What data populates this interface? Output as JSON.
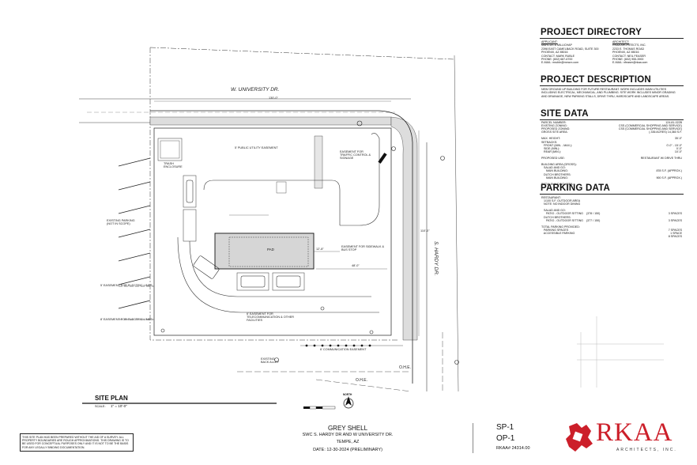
{
  "plan": {
    "street_north": "W. UNIVERSITY DR.",
    "street_east": "S. HARDY DR.",
    "labels": {
      "public_utility_easement": "5' PUBLIC UTILITY EASEMENT",
      "traffic_easement": "EASEMENT FOR TRAFFIC CONTROL & SIGNAGE",
      "trash": "TRASH ENCLOSURE",
      "existing_parking": "EXISTING PARKING (NOT IN SCOPE)",
      "pad": "PAD",
      "sidewalk_easement": "EASEMENT FOR SIDEWALK & BUS STOP",
      "electric_easement_1": "5' EASEMENT FOR ELECTRIC LINES",
      "electric_easement_2": "8' EASEMENT FOR ELECTRIC LINES",
      "telecom_easement": "6' EASEMENT FOR TELECOMMUNICATION & OTHER FACILITIES",
      "comm_easement": "6' COMMUNICATION EASEMENT",
      "back_alley": "EXISTING BACK ALLEY",
      "ohe_1": "O.H.E.",
      "ohe_2": "O.H.E.",
      "dim_top": "130'-0\"",
      "dim_side": "110'-0\"",
      "dim_pad": "12'-8\"",
      "dim_48": "48'-0\""
    }
  },
  "directory": {
    "title": "PROJECT DIRECTORY",
    "applicant_head": "APPLICANT:",
    "applicant": [
      "MARCUS & MILLICHAP",
      "2398 EAST CAMELBACK ROAD, SUITE 300",
      "PHOENIX, AZ 85016",
      "CONTACT:        MARK RUBLE",
      "PHONE:           (602) 687-6700",
      "E-MAIL:            mruble@mmcrx.com"
    ],
    "architect_head": "ARCHITECT:",
    "architect": [
      "RKAA ARCHITECTS, INC.",
      "2233 E. THOMAS ROAD",
      "PHOENIX, AZ 85016",
      "CONTACT:        NEIL FEASER",
      "PHONE:           (602) 955-3900",
      "E-MAIL:            nfeaser@rkaa.com"
    ]
  },
  "description": {
    "title": "PROJECT DESCRIPTION",
    "text": "NEW GROUND UP BUILDING FOR FUTURE RESTAURANT. WORK INCLUDES MAIN UTILITIES INCLUDING ELECTRICAL, MECHANICAL, AND PLUMBING. SITE WORK INCLUDES MINOR GRADING AND DRAINAGE, NEW PARKING STALLS, DRIVE THRU, HARDSCAPE AND LANDSCAPE AREAS."
  },
  "site_data": {
    "title": "SITE DATA",
    "rows": [
      {
        "k": "PARCEL NUMBER:",
        "v": "124-81-022B"
      },
      {
        "k": "EXISTING ZONING:",
        "v": "CSS (COMMERCIAL SHOPPING AND SERVICE)"
      },
      {
        "k": "PROPOSED ZONING:",
        "v": "CSS (COMMERCIAL SHOPPING AND SERVICE)"
      },
      {
        "k": "GROSS SITE AREA:",
        "v": "(.336 ACRES) 14,360 S.F."
      },
      {
        "k": "",
        "v": ""
      },
      {
        "k": "MAX. HEIGHT:",
        "v": "35'-0\""
      },
      {
        "k": "SETBACKS:",
        "v": ""
      },
      {
        "k": "   FRONT (MIN. - MAX.):",
        "v": "0'-0\" - 15'-0\""
      },
      {
        "k": "   SIDE (MIN.):",
        "v": "0'-0\""
      },
      {
        "k": "   REAR (MIN.):",
        "v": "10'-0\""
      },
      {
        "k": "",
        "v": ""
      },
      {
        "k": "PROPOSED USE:",
        "v": "RESTAURANT W/ DRIVE THRU"
      },
      {
        "k": "",
        "v": ""
      },
      {
        "k": "BUILDING AREA (GROSS):",
        "v": ""
      },
      {
        "k": "   SALAD AND GO:",
        "v": ""
      },
      {
        "k": "      MAIN BUILDING:",
        "v": "878 S.F. (APPROX.)"
      },
      {
        "k": "   DUTCH BROTHERS:",
        "v": ""
      },
      {
        "k": "      MAIN BUILDING:",
        "v": "900 S.F. (APPROX.)"
      },
      {
        "k": "",
        "v": ""
      },
      {
        "k": "TOTAL BUILDING AREA:",
        "v": ""
      }
    ]
  },
  "parking": {
    "title": "PARKING DATA",
    "rows": [
      {
        "k": "RESTAURANT:",
        "v": ""
      },
      {
        "k": "   1/100 S.F. OUTDOOR AREA",
        "v": ""
      },
      {
        "k": "   NOTE: NO INDOOR DINING",
        "v": ""
      },
      {
        "k": "",
        "v": ""
      },
      {
        "k": "   SALAD AND GO:",
        "v": ""
      },
      {
        "k": "      PATIO - OUTDOOR SITTING    (378 / 150)",
        "v": "3 SPACES"
      },
      {
        "k": "   DUTCH BROTHERS:",
        "v": ""
      },
      {
        "k": "      PATIO - OUTDOOR SITTING    (377 / 150)",
        "v": "3 SPACES"
      },
      {
        "k": "",
        "v": ""
      },
      {
        "k": "TOTAL PARKING PROVIDED:",
        "v": ""
      },
      {
        "k": "   PARKING SPACES",
        "v": "7 SPACES"
      },
      {
        "k": "   ACCESSIBLE PARKING",
        "v": "1 SPACE"
      },
      {
        "k": "",
        "v": "8 SPACES"
      }
    ]
  },
  "site_plan_title": {
    "title": "SITE PLAN",
    "scale_label": "SCALE:",
    "scale": "1\" = 10'-0\"",
    "north": "NORTH"
  },
  "disclaimer": "THIS SITE PLAN HAS BEEN PREPARED WITHOUT THE AID OF A SURVEY. ALL PROPERTY BOUNDARIES ARE ROUGH APPROXIMATIONS. THIS DRAWING IS TO BE USED FOR CONCEPTUAL PURPOSES ONLY AND IT IS NOT TO BE THE BASIS FOR ANY LEGALLY BINDING DOCUMENTATION.",
  "title_block": {
    "project": "GREY SHELL",
    "address": "SWC  S. HARDY DR AND W UNIVERSITY DR.",
    "city": "TEMPE, AZ",
    "date": "DATE: 12-30-2024 (PRELIMINARY)",
    "sheet_1": "SP-1",
    "sheet_2": "OP-1",
    "job": "RKAA# 24314.00",
    "firm": "RKAA",
    "firm_sub": "ARCHITECTS, INC."
  },
  "colors": {
    "firm_red": "#cc1f2a",
    "ink": "#111111"
  }
}
